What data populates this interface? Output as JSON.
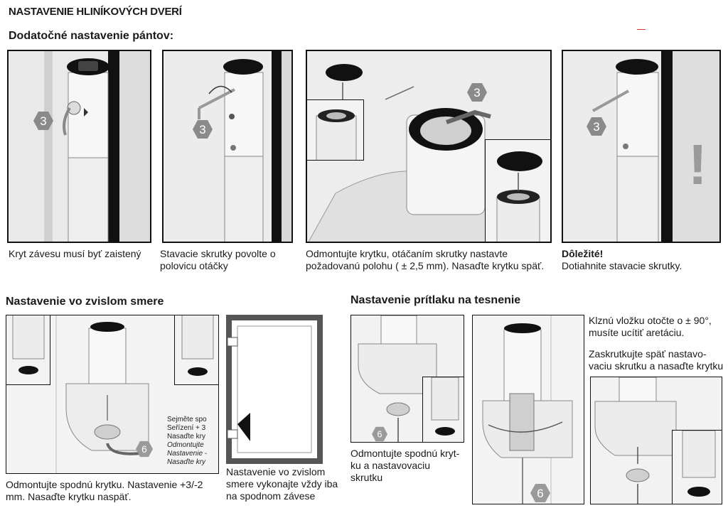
{
  "page": {
    "title": "NASTAVENIE HLINÍKOVÝCH DVERÍ",
    "subtitle": "Dodatočné nastavenie pántov:"
  },
  "top_steps": [
    {
      "caption": "Kryt závesu musí byť zaistený",
      "badge": "3"
    },
    {
      "caption": "Stavacie skrutky povolte o polovicu otáčky",
      "badge": "3"
    },
    {
      "caption": "Odmontujte krytku, otáčaním skrutky nastavte požadovanú polohu ( ± 2,5 mm). Nasaďte krytku späť.",
      "badge": "3"
    },
    {
      "caption_bold": "Dôležité!",
      "caption": "Dotiahnite stavacie skrutky.",
      "badge": "3",
      "warning_mark": "!"
    }
  ],
  "vertical": {
    "heading": "Nastavenie vo zvislom smere",
    "caption": "Odmontujte spodnú krytku. Nastavenie +3/-2 mm. Nasaďte krytku naspäť.",
    "badge": "6",
    "cut_text": [
      "Sejměte spo",
      "Seřízení + 3",
      "Nasaďte kry",
      "Odmontujte",
      "Nastavenie -",
      "Nasaďte kry"
    ],
    "note": "Nastavenie vo zvislom smere vykonajte vždy iba na spodnom závese"
  },
  "pressure": {
    "heading": "Nastavenie prítlaku na tesnenie",
    "caption_left": "Odmontujte spodnú kryt-ku a nastavovaciu skrutku",
    "badge_small": "6",
    "badge_big": "6",
    "caption_right_1": "Klznú vložku otočte o ± 90°, musíte ucítiť aretáciu.",
    "caption_right_2": "Zaskrutkujte späť nastavo-vaciu skrutku a nasaďte krytku"
  }
}
